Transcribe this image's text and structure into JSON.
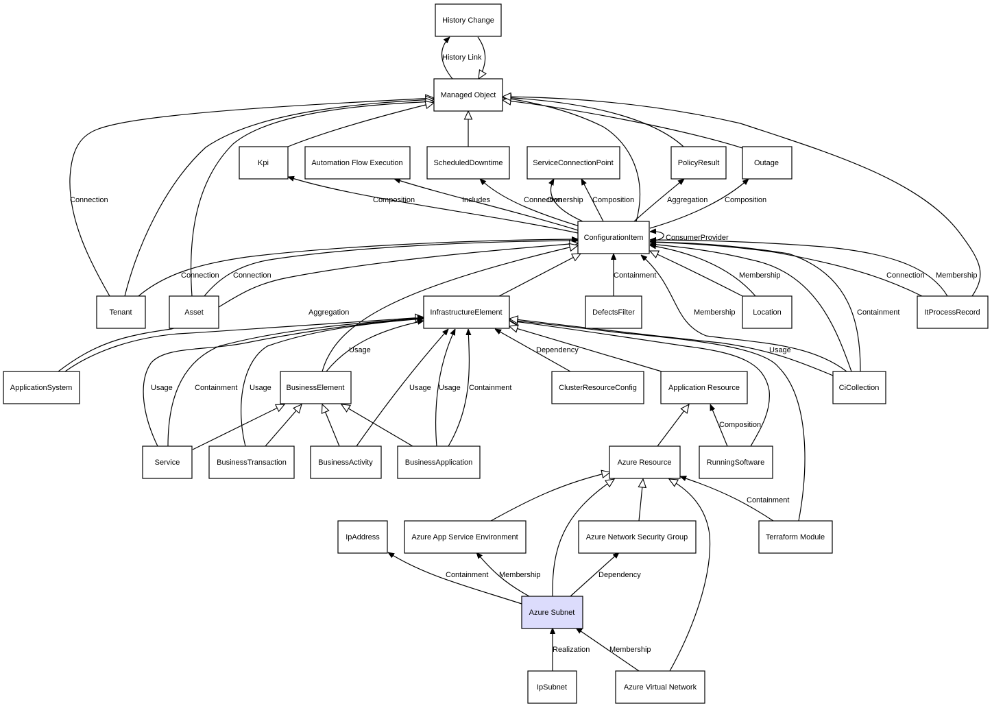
{
  "diagram": {
    "title": "Azure Subnet relationship diagram",
    "highlight_color": "#dcdcfc",
    "nodes": {
      "history_change": "History Change",
      "managed_object": "Managed Object",
      "kpi": "Kpi",
      "automation_flow_execution": "Automation Flow Execution",
      "scheduled_downtime": "ScheduledDowntime",
      "service_connection_point": "ServiceConnectionPoint",
      "policy_result": "PolicyResult",
      "outage": "Outage",
      "configuration_item": "ConfigurationItem",
      "tenant": "Tenant",
      "asset": "Asset",
      "infrastructure_element": "InfrastructureElement",
      "defects_filter": "DefectsFilter",
      "location": "Location",
      "it_process_record": "ItProcessRecord",
      "application_system": "ApplicationSystem",
      "business_element": "BusinessElement",
      "cluster_resource_config": "ClusterResourceConfig",
      "application_resource": "Application Resource",
      "ci_collection": "CiCollection",
      "service": "Service",
      "business_transaction": "BusinessTransaction",
      "business_activity": "BusinessActivity",
      "business_application": "BusinessApplication",
      "azure_resource": "Azure Resource",
      "running_software": "RunningSoftware",
      "ip_address": "IpAddress",
      "azure_app_service_environment": "Azure App Service Environment",
      "azure_network_security_group": "Azure Network Security Group",
      "terraform_module": "Terraform Module",
      "azure_subnet": "Azure Subnet",
      "ip_subnet": "IpSubnet",
      "azure_virtual_network": "Azure Virtual Network"
    },
    "edge_labels": {
      "history_link": "History Link",
      "tenant_mo_connection": "Connection",
      "ci_kpi_composition": "Composition",
      "ci_afe_includes": "Includes",
      "ci_sd_connection": "Connection",
      "ci_scp_ownership": "Ownership",
      "ci_scp_composition": "Composition",
      "ci_pr_aggregation": "Aggregation",
      "ci_outage_composition": "Composition",
      "ci_consumer_provider": "ConsumerProvider",
      "tenant_ci_connection": "Connection",
      "asset_ci_connection": "Connection",
      "defects_containment": "Containment",
      "location_membership": "Membership",
      "cicoll_membership": "Membership",
      "itpr_connection": "Connection",
      "itpr_membership": "Membership",
      "cicoll_containment": "Containment",
      "appsys_aggregation": "Aggregation",
      "be_usage": "Usage",
      "crc_dependency": "Dependency",
      "cicoll_usage": "Usage",
      "service_usage": "Usage",
      "service_containment": "Containment",
      "bt_usage": "Usage",
      "ba_usage": "Usage",
      "bapp_usage": "Usage",
      "bapp_containment": "Containment",
      "rs_composition": "Composition",
      "tm_containment": "Containment",
      "subnet_ip_containment": "Containment",
      "subnet_ase_membership": "Membership",
      "subnet_nsg_dependency": "Dependency",
      "ipsubnet_realization": "Realization",
      "vnet_membership": "Membership"
    }
  }
}
